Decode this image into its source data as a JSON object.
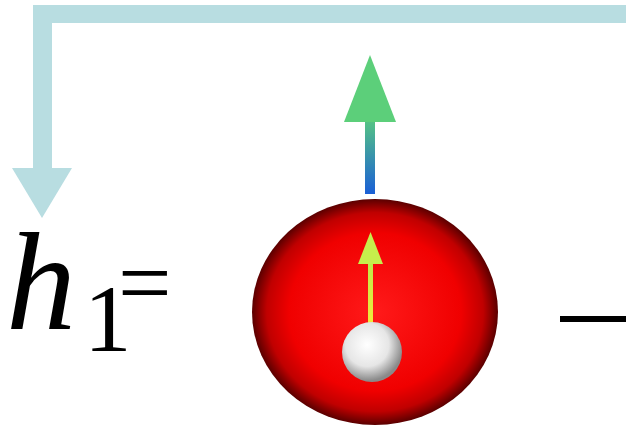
{
  "diagram": {
    "labels": [
      "h",
      "1",
      "="
    ]
  }
}
